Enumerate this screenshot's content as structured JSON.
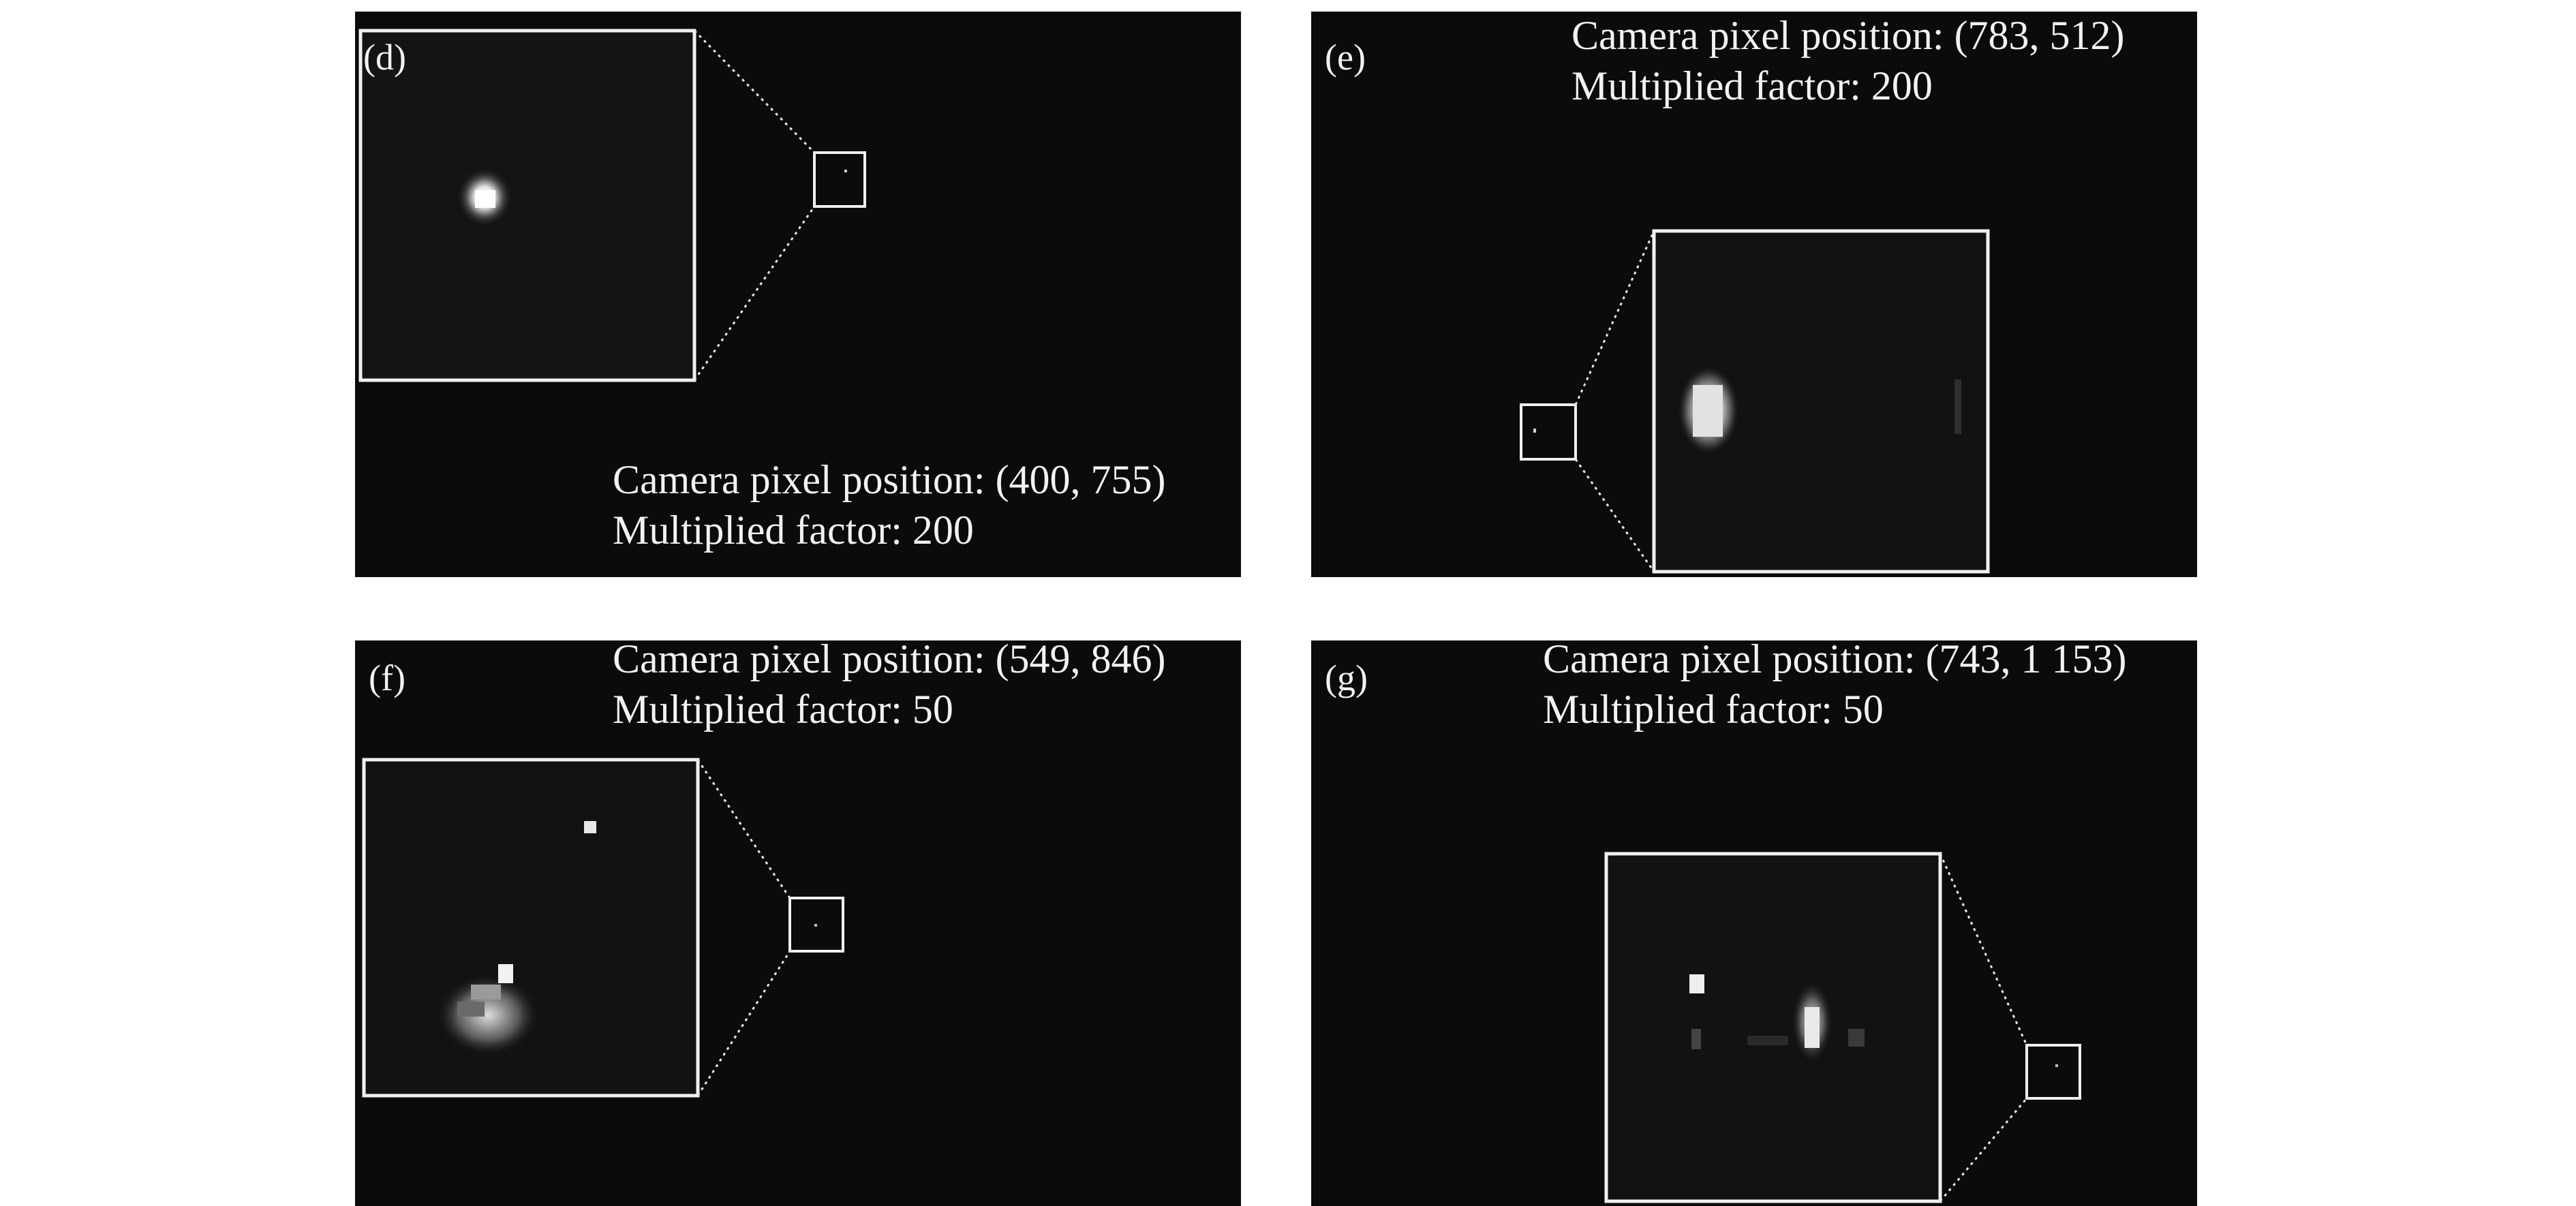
{
  "panels": [
    {
      "id": "d",
      "label": "(d)",
      "position_line": "Camera pixel position: (400, 755)",
      "factor_line": "Multiplied factor: 200"
    },
    {
      "id": "e",
      "label": "(e)",
      "position_line": "Camera pixel position: (783, 512)",
      "factor_line": "Multiplied factor: 200"
    },
    {
      "id": "f",
      "label": "(f)",
      "position_line": "Camera pixel position: (549, 846)",
      "factor_line": "Multiplied factor: 50"
    },
    {
      "id": "g",
      "label": "(g)",
      "position_line": "Camera pixel position: (743, 1 153)",
      "factor_line": "Multiplied factor: 50"
    }
  ]
}
